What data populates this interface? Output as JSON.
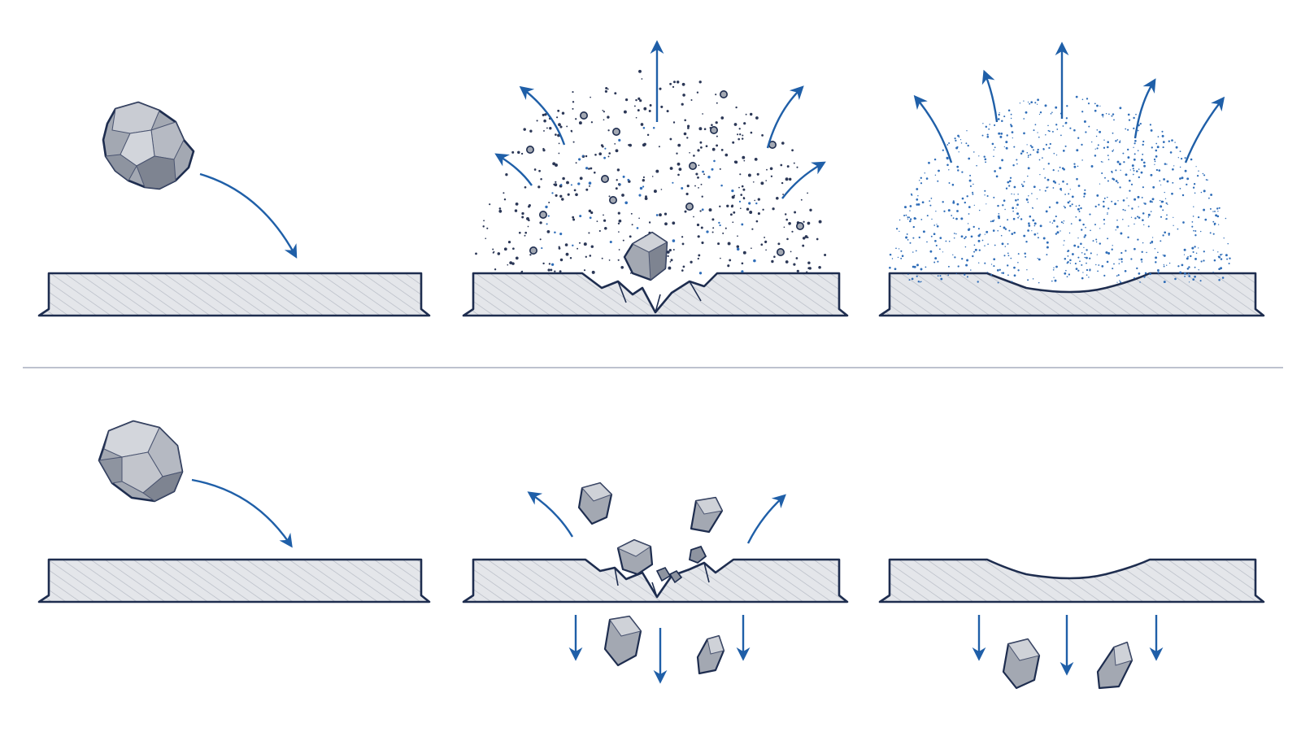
{
  "colors": {
    "outline": "#1e2d4f",
    "arrow": "#1f5fa8",
    "surface_fill": "#e4e6ea",
    "hatch": "#b3b8c2",
    "rock_light": "#c9ccd3",
    "rock_mid": "#a3a8b2",
    "rock_dark": "#7e8491",
    "divider": "#a7adbf",
    "particle_dark": "#2b3756",
    "particle_blue": "#2f6db8"
  },
  "rows": [
    {
      "name": "top-row",
      "panels": [
        {
          "name": "approach",
          "surface": "intact",
          "rock": "angular-rock",
          "arrows": "incoming-curve"
        },
        {
          "name": "impact",
          "surface": "cracked",
          "rock": "shattering-rock",
          "arrows": "upward-spray",
          "particles": "dark-debris-cloud"
        },
        {
          "name": "aftermath",
          "surface": "crater",
          "arrows": "upward-spray",
          "particles": "fine-blue-dust"
        }
      ]
    },
    {
      "name": "bottom-row",
      "panels": [
        {
          "name": "approach",
          "surface": "intact",
          "rock": "rounded-rock",
          "arrows": "incoming-curve"
        },
        {
          "name": "impact",
          "surface": "cracked",
          "rock": "broken-chunks",
          "arrows": "up-and-down"
        },
        {
          "name": "aftermath",
          "surface": "crater",
          "arrows": "downward",
          "fragments": "falling-chunks"
        }
      ]
    }
  ]
}
